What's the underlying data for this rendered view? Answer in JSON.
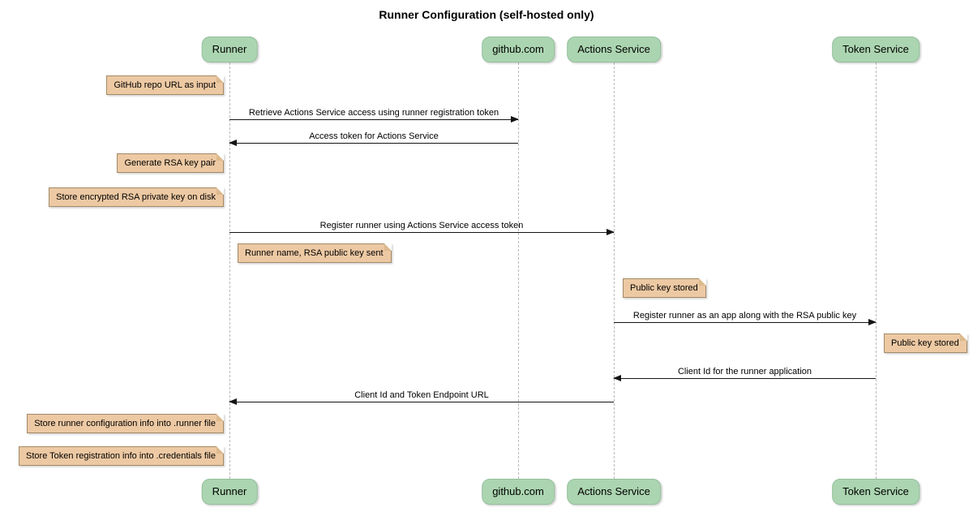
{
  "title": "Runner Configuration (self-hosted only)",
  "diagram_type": "sequence-diagram",
  "participants": [
    {
      "label": "Runner"
    },
    {
      "label": "github.com"
    },
    {
      "label": "Actions Service"
    },
    {
      "label": "Token Service"
    }
  ],
  "messages": [
    {
      "label": "Retrieve Actions Service access using runner registration token",
      "from": "Runner",
      "to": "github.com"
    },
    {
      "label": "Access token for Actions Service",
      "from": "github.com",
      "to": "Runner"
    },
    {
      "label": "Register runner using Actions Service access token",
      "from": "Runner",
      "to": "Actions Service"
    },
    {
      "label": "Register runner as an app along with the RSA public key",
      "from": "Actions Service",
      "to": "Token Service"
    },
    {
      "label": "Client Id for the runner application",
      "from": "Token Service",
      "to": "Actions Service"
    },
    {
      "label": "Client Id and Token Endpoint URL",
      "from": "Actions Service",
      "to": "Runner"
    }
  ],
  "notes": [
    {
      "text": "GitHub repo URL as input",
      "anchor": "left of Runner"
    },
    {
      "text": "Generate RSA key pair",
      "anchor": "left of Runner"
    },
    {
      "text": "Store encrypted RSA private key on disk",
      "anchor": "left of Runner"
    },
    {
      "text": "Runner name, RSA public key sent",
      "anchor": "right of Runner"
    },
    {
      "text": "Public key stored",
      "anchor": "right of Actions Service"
    },
    {
      "text": "Public key stored",
      "anchor": "right of Token Service"
    },
    {
      "text": "Store runner configuration info into .runner file",
      "anchor": "left of Runner"
    },
    {
      "text": "Store Token registration info into .credentials file",
      "anchor": "left of Runner"
    }
  ],
  "colors": {
    "background": "#FFFFFF",
    "participant_fill": "#ABD5B0",
    "participant_border": "#94BF9C",
    "note_fill": "#EDC9A3",
    "note_border": "#A38A68",
    "lifeline": "#B9B9B9",
    "arrow": "#141414",
    "text": "#000000"
  }
}
